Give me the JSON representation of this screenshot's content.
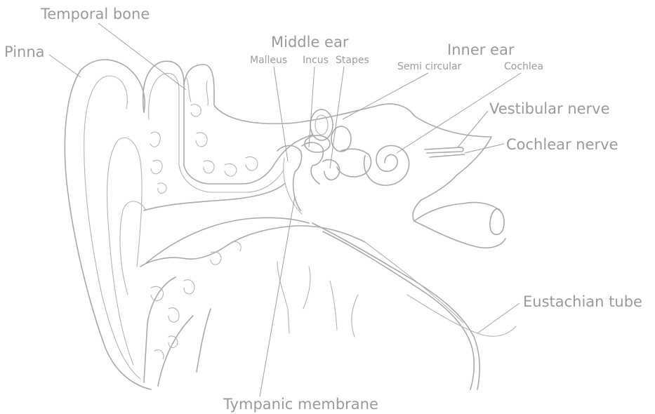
{
  "labels": {
    "temporal_bone": "Temporal bone",
    "pinna": "Pinna",
    "middle_ear": "Middle ear",
    "malleus": "Malleus",
    "incus": "Incus",
    "stapes": "Stapes",
    "inner_ear": "Inner ear",
    "semi_circular": "Semi circular",
    "cochlea": "Cochlea",
    "vestibular_nerve": "Vestibular nerve",
    "cochlear_nerve": "Cochlear nerve",
    "eustachian_tube": "Eustachian tube",
    "tympanic_membrane": "Tympanic membrane"
  },
  "colors": {
    "label_text": "#9a9a9a",
    "outline": "#a9a9a9",
    "background": "#ffffff"
  }
}
